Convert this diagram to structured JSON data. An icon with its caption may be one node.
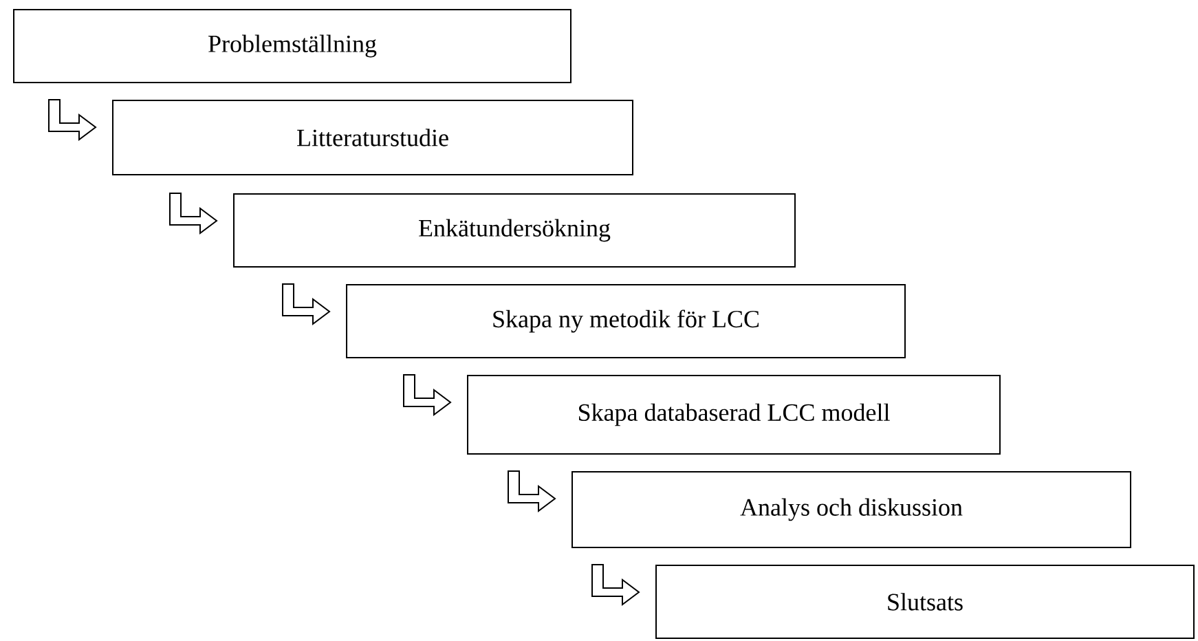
{
  "diagram": {
    "nodes": [
      {
        "text": [
          "Problemställning"
        ]
      },
      {
        "text": [
          "Litteraturstudie"
        ]
      },
      {
        "text": [
          "Enkätundersökning"
        ]
      },
      {
        "text": [
          "Skapa ny metodik för LCC"
        ]
      },
      {
        "text": [
          "Skapa databaserad LCC modell"
        ]
      },
      {
        "text": [
          "Analys och diskussion"
        ]
      },
      {
        "text": [
          "Slutsats"
        ]
      }
    ],
    "edges": [
      {
        "from": 0,
        "to": 1,
        "arrow": "to"
      },
      {
        "from": 1,
        "to": 2,
        "arrow": "to"
      },
      {
        "from": 2,
        "to": 3,
        "arrow": "to"
      },
      {
        "from": 3,
        "to": 4,
        "arrow": "to"
      },
      {
        "from": 4,
        "to": 5,
        "arrow": "to"
      },
      {
        "from": 5,
        "to": 6,
        "arrow": "to"
      }
    ]
  }
}
